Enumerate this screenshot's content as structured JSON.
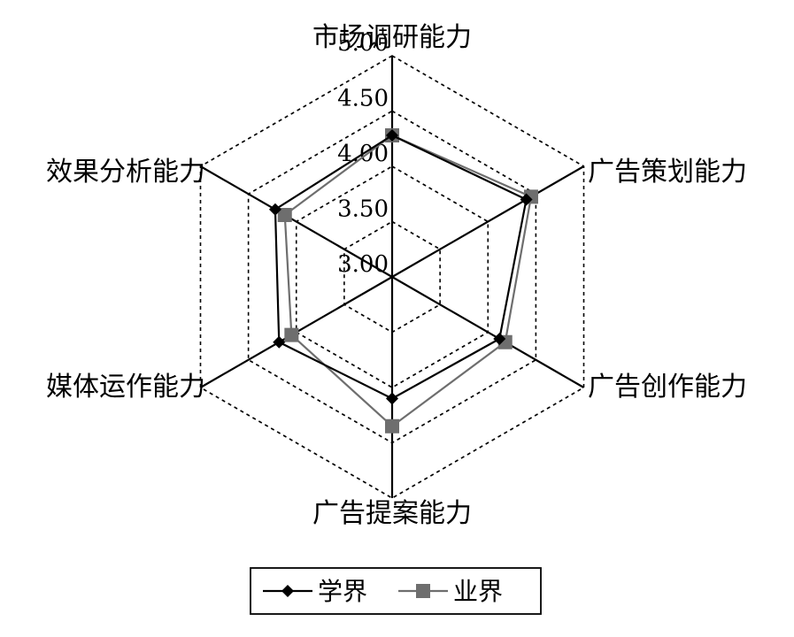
{
  "chart_data": {
    "type": "radar",
    "axes": [
      "市场调研能力",
      "广告策划能力",
      "广告创作能力",
      "广告提案能力",
      "媒体运作能力",
      "效果分析能力"
    ],
    "rlim": [
      3.0,
      5.0
    ],
    "ticks": [
      "3.00",
      "3.50",
      "4.00",
      "4.50",
      "5.00"
    ],
    "tick_values": [
      3.0,
      3.5,
      4.0,
      4.5,
      5.0
    ],
    "grid": true,
    "legend_position": "bottom",
    "series": [
      {
        "name": "学界",
        "values": [
          4.28,
          4.4,
          4.12,
          4.1,
          4.18,
          4.22
        ],
        "color": "#000000",
        "marker": "diamond"
      },
      {
        "name": "业界",
        "values": [
          4.28,
          4.45,
          4.18,
          4.35,
          4.05,
          4.12
        ],
        "color": "#6e6e6e",
        "marker": "square"
      }
    ]
  }
}
